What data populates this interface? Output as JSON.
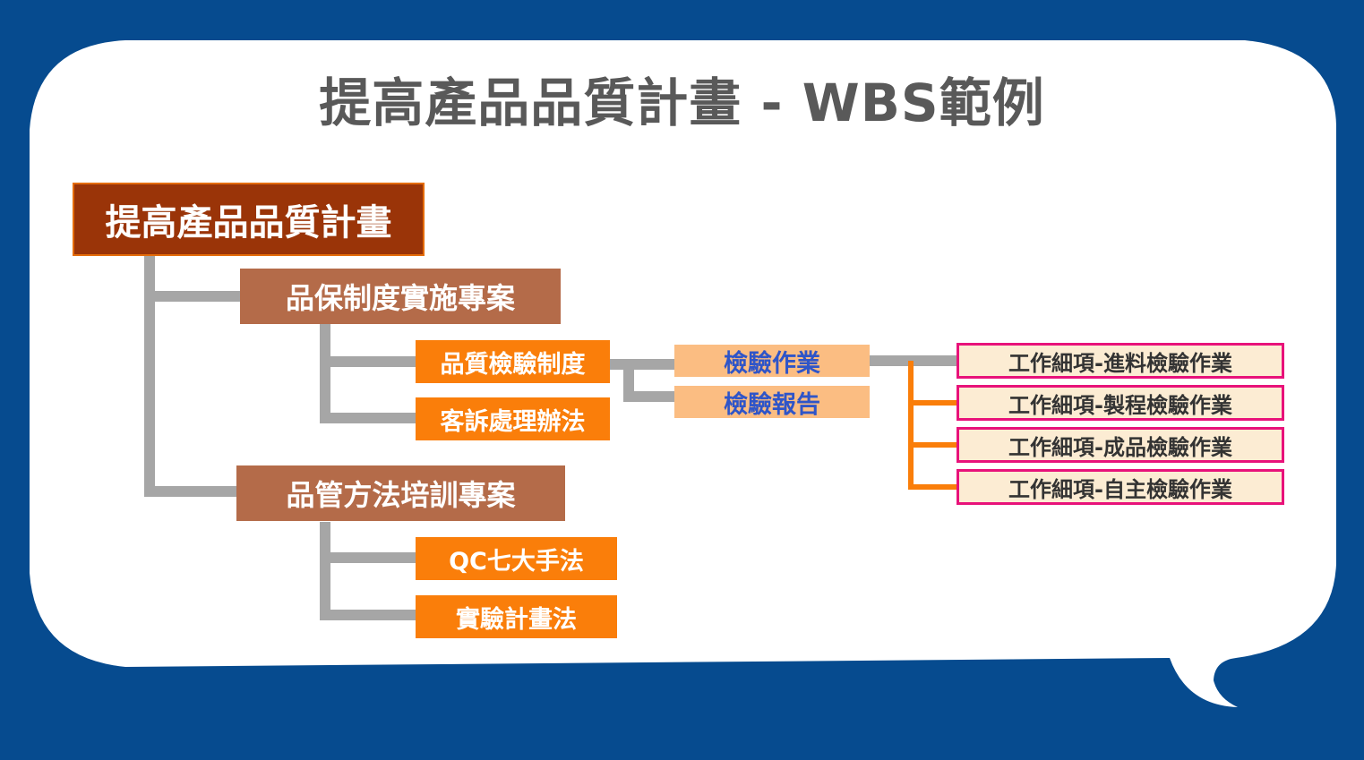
{
  "title": "提高產品品質計畫 - WBS範例",
  "colors": {
    "background": "#064b8f",
    "bubble": "#ffffff",
    "root": "#9a3408",
    "level1": "#b46b49",
    "level2": "#fa7e0a",
    "level3": "#fbbd82",
    "level4_border": "#e8127a",
    "connector_gray": "#a6a6a6",
    "connector_orange": "#fa7e0a"
  },
  "wbs": {
    "root": "提高產品品質計畫",
    "project1": {
      "label": "品保制度實施專案",
      "children": [
        "品質檢驗制度",
        "客訴處理辦法"
      ]
    },
    "project2": {
      "label": "品管方法培訓專案",
      "children": [
        "QC七大手法",
        "實驗計畫法"
      ]
    },
    "inspection_children": [
      "檢驗作業",
      "檢驗報告"
    ],
    "work_items": [
      "工作細項-進料檢驗作業",
      "工作細項-製程檢驗作業",
      "工作細項-成品檢驗作業",
      "工作細項-自主檢驗作業"
    ]
  }
}
